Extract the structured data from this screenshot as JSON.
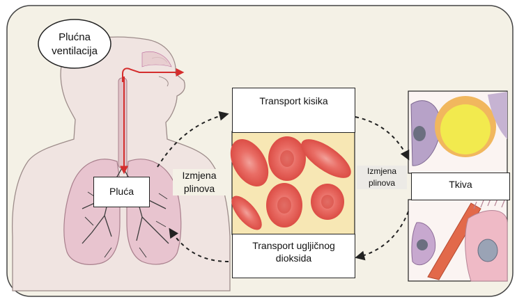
{
  "labels": {
    "ventilation_line1": "Plućna",
    "ventilation_line2": "ventilacija",
    "lungs": "Pluća",
    "exchange_left_line1": "Izmjena",
    "exchange_left_line2": "plinova",
    "oxygen_transport": "Transport kisika",
    "co2_transport_line1": "Transport ugljičnog",
    "co2_transport_line2": "dioksida",
    "exchange_right_line1": "Izmjena",
    "exchange_right_line2": "plinova",
    "tissues": "Tkiva"
  },
  "colors": {
    "panel_background": "#f4f1e6",
    "skin": "#f0e4e1",
    "lung_tissue": "#e8c4cf",
    "airflow_arrow": "#d42d2d",
    "blood_cell": "#e5625c",
    "blood_background": "#f7e7b4",
    "dashed_arrow": "#222222"
  }
}
